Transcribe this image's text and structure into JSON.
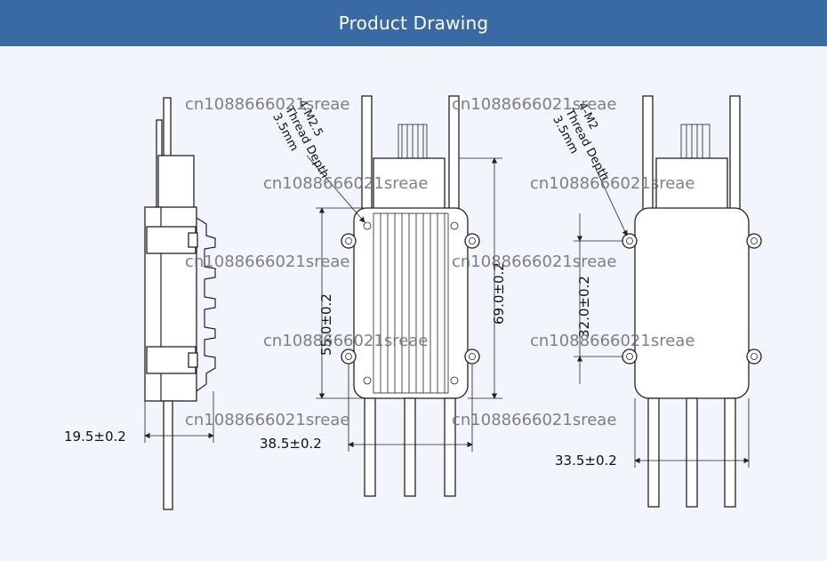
{
  "header": {
    "title": "Product Drawing"
  },
  "dimensions": {
    "side_width": "19.5±0.2",
    "front_width": "38.5±0.2",
    "front_hole_spacing": "55.0±0.2",
    "front_height": "69.0±0.2",
    "back_width": "33.5±0.2",
    "back_hole_spacing": "32.0±0.2"
  },
  "notes": {
    "front_thread": [
      "4-M2.5",
      "Thread Depth",
      "3.5mm"
    ],
    "back_thread": [
      "4-M2",
      "Thread Depth",
      "3.5mm"
    ]
  },
  "watermark": "cn1088666021sreae",
  "colors": {
    "header_bg": "#3a6aa4",
    "page_bg": "#f2f5fb",
    "line": "#222222"
  }
}
